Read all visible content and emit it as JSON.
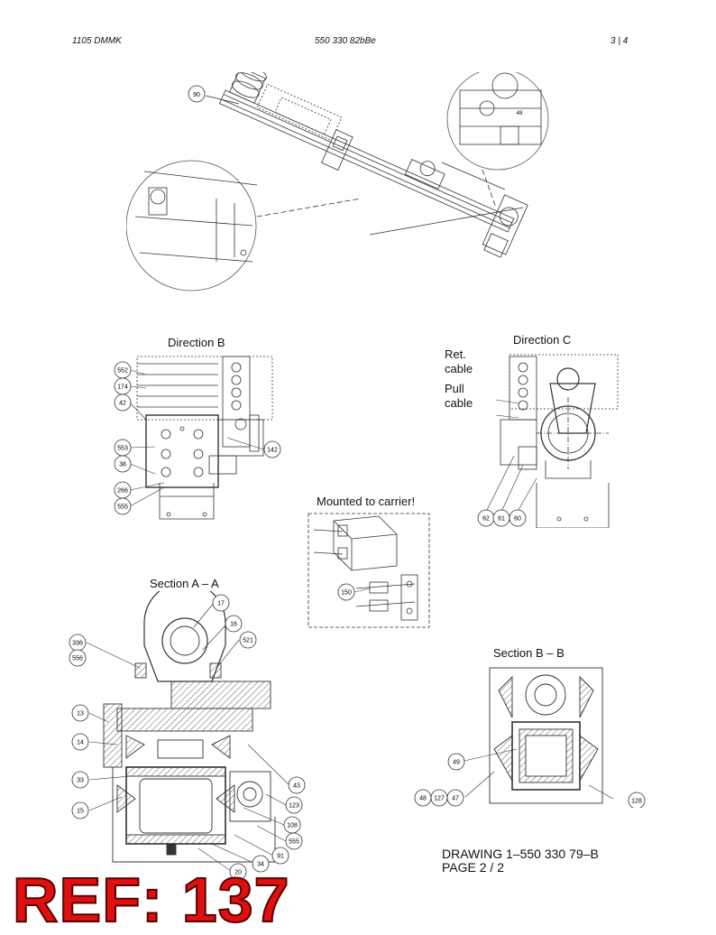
{
  "header": {
    "left": "1105 DMMK",
    "center": "550 330 82bBe",
    "right": "3 |   4"
  },
  "captions": {
    "direction_b": "Direction B",
    "direction_c": "Direction C",
    "ret_cable": "Ret.\ncable",
    "pull_cable": "Pull\ncable",
    "mounted": "Mounted to carrier!",
    "section_aa": "Section A – A",
    "section_bb": "Section B – B"
  },
  "callouts": {
    "top": [
      "90",
      "48"
    ],
    "direction_b": [
      "552",
      "174",
      "42",
      "553",
      "38",
      "266",
      "555",
      "142"
    ],
    "direction_c": [
      "62",
      "61",
      "60"
    ],
    "mounted": [
      "150"
    ],
    "section_aa": [
      "17",
      "16",
      "336",
      "556",
      "521",
      "13",
      "14",
      "33",
      "15",
      "43",
      "123",
      "108",
      "555",
      "91",
      "34",
      "20"
    ],
    "section_bb": [
      "49",
      "48",
      "127",
      "47",
      "128"
    ]
  },
  "footer": {
    "line1": "DRAWING 1–550 330 79–B",
    "line2": "PAGE 2 / 2"
  },
  "stamp": "REF: 137"
}
